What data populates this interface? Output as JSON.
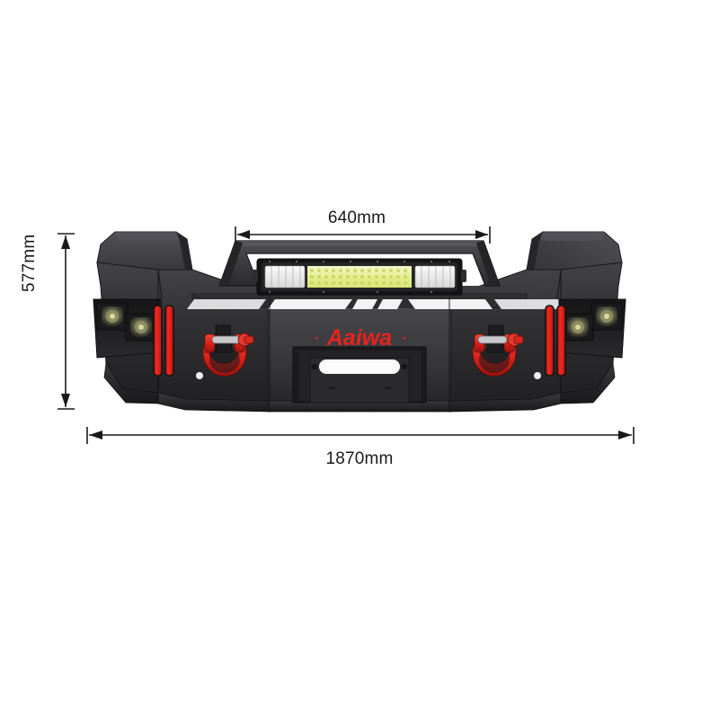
{
  "page": {
    "background_color": "#ffffff",
    "type": "product-dimension-diagram",
    "subject": "front bumper with LED light bar"
  },
  "dimensions": {
    "width_top": {
      "label": "640mm",
      "value": 640,
      "unit": "mm",
      "axis": "horizontal",
      "measures": "light bar hoop width"
    },
    "height_left": {
      "label": "577mm",
      "value": 577,
      "unit": "mm",
      "axis": "vertical",
      "measures": "overall height"
    },
    "width_overall": {
      "label": "1870mm",
      "value": 1870,
      "unit": "mm",
      "axis": "horizontal",
      "measures": "overall width"
    }
  },
  "product": {
    "brand_logo_text": "Aaiwa",
    "brand_logo_color": "#e8231f",
    "body_color": "#2b2b2d",
    "accent_color": "#e01b18",
    "led_bar_color": "#e8ef9a",
    "shackle_color": "#e02a20",
    "components": [
      {
        "name": "led-light-bar",
        "count": 1
      },
      {
        "name": "fog-light-pod",
        "count": 4
      },
      {
        "name": "d-ring-shackle",
        "count": 2
      },
      {
        "name": "winch-fairlead",
        "count": 1
      },
      {
        "name": "red-accent-strip",
        "count": 4
      },
      {
        "name": "vent-slot",
        "count": 4
      }
    ]
  }
}
